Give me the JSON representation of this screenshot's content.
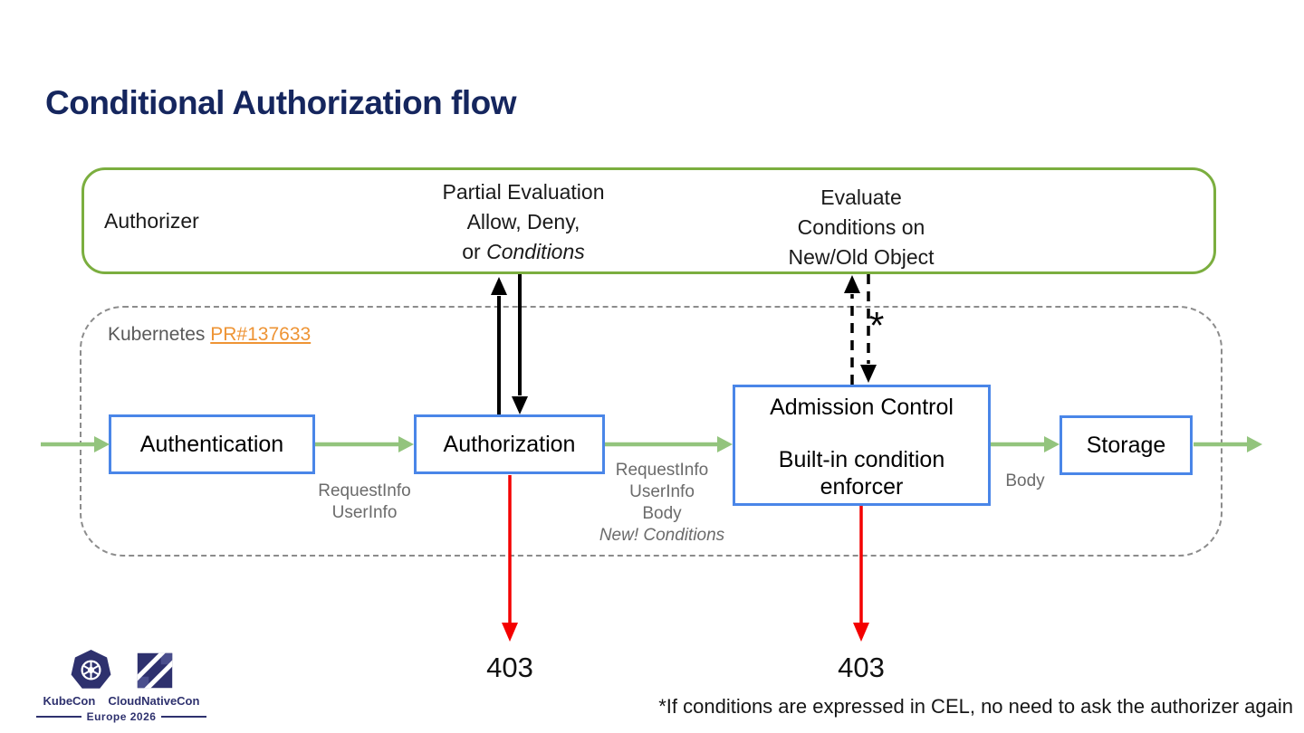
{
  "title": "Conditional Authorization flow",
  "colors": {
    "title_navy": "#15265E",
    "logo_navy": "#2E316E",
    "green_border": "#7BAE3F",
    "green_arrow": "#93C47D",
    "blue_border": "#4A86E8",
    "orange_link": "#EE9435",
    "gray_text": "#6B6B6B",
    "dashed_gray": "#8C8C8C",
    "red_arrow": "#F40000"
  },
  "authorizer": {
    "label": "Authorizer",
    "partial_eval": {
      "line1": "Partial Evaluation",
      "line2": "Allow, Deny,",
      "line3_prefix": "or ",
      "line3_italic": "Conditions"
    },
    "evaluate": {
      "line1": "Evaluate",
      "line2": "Conditions on",
      "line3": "New/Old Object"
    }
  },
  "kubernetes": {
    "prefix": "Kubernetes ",
    "pr_link": "PR#137633"
  },
  "boxes": {
    "authentication": "Authentication",
    "authorization": "Authorization",
    "admission_line1": "Admission Control",
    "admission_line2": "Built-in condition enforcer",
    "storage": "Storage"
  },
  "edge_labels": {
    "authn_to_authz": [
      "RequestInfo",
      "UserInfo"
    ],
    "authz_to_admission": [
      "RequestInfo",
      "UserInfo",
      "Body"
    ],
    "authz_to_admission_italic": "New! Conditions",
    "admission_to_storage": "Body"
  },
  "asterisk": "*",
  "errors": {
    "authorization_403": "403",
    "admission_403": "403"
  },
  "footnote": "*If conditions are expressed in CEL, no need to ask the authorizer again",
  "footer_logos": {
    "kubecon": "KubeCon",
    "cloudnativecon": "CloudNativeCon",
    "event": "Europe 2026"
  }
}
